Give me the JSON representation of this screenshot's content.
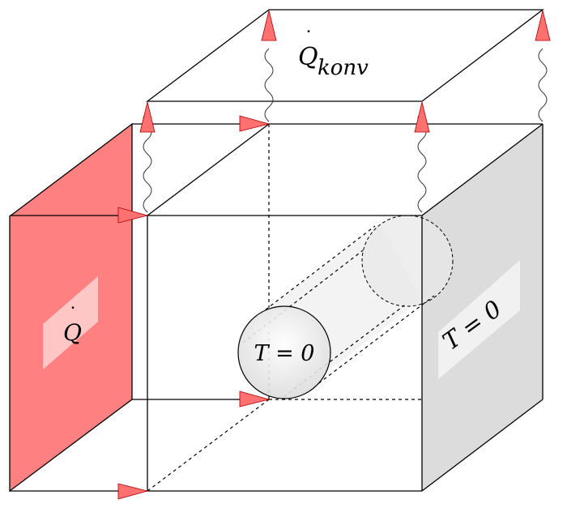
{
  "labels": {
    "heat_input": "Q",
    "convection_base": "Q",
    "convection_sub": "konv",
    "wall_right": "T = 0",
    "cylinder": "T = 0"
  },
  "colors": {
    "heated_face": "#ff8080",
    "heated_arrow": "#ff7070",
    "cooled_face": "#dcdcdc",
    "cylinder_fill": "#eeeeee"
  },
  "icons": {
    "flow_arrow": "right-triangle-arrow",
    "convection_arrow": "up-triangle-arrow"
  }
}
